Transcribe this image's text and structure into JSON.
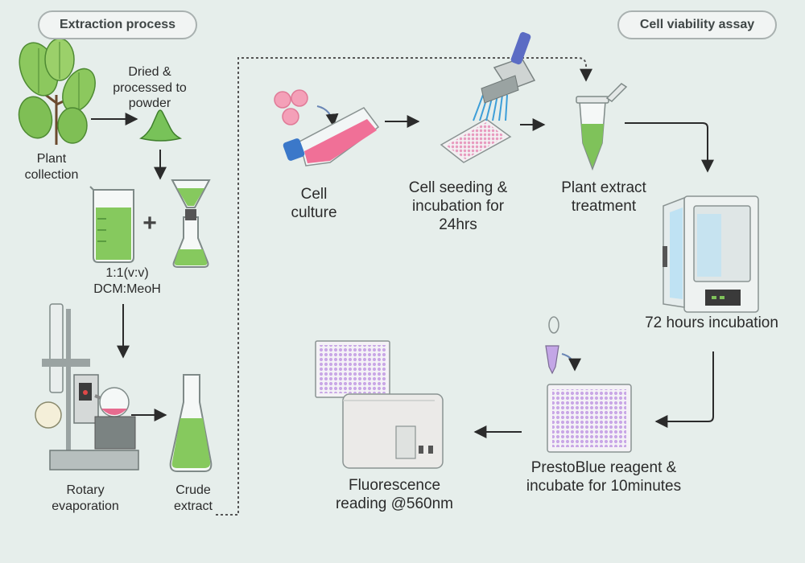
{
  "sections": {
    "extraction": "Extraction process",
    "viability": "Cell viability assay"
  },
  "steps": {
    "plant_collection": "Plant\ncollection",
    "dried_powder": "Dried &\nprocessed to\npowder",
    "solvent": "1:1(v:v)\nDCM:MeoH",
    "rotary": "Rotary\nevaporation",
    "crude": "Crude\nextract",
    "cell_culture": "Cell\nculture",
    "seeding": "Cell seeding &\nincubation for\n24hrs",
    "treatment": "Plant extract\ntreatment",
    "incubation": "72 hours incubation",
    "prestoblue": "PrestoBlue reagent &\nincubate for 10minutes",
    "fluorescence": "Fluorescence\nreading @560nm"
  },
  "icons": {
    "plus": "+"
  },
  "colors": {
    "background": "#e6eeeb",
    "plant_green": "#7fc25a",
    "cell_pink": "#f06a95",
    "plate_purple": "#c9a7e6",
    "arrow": "#2b2b2b"
  }
}
